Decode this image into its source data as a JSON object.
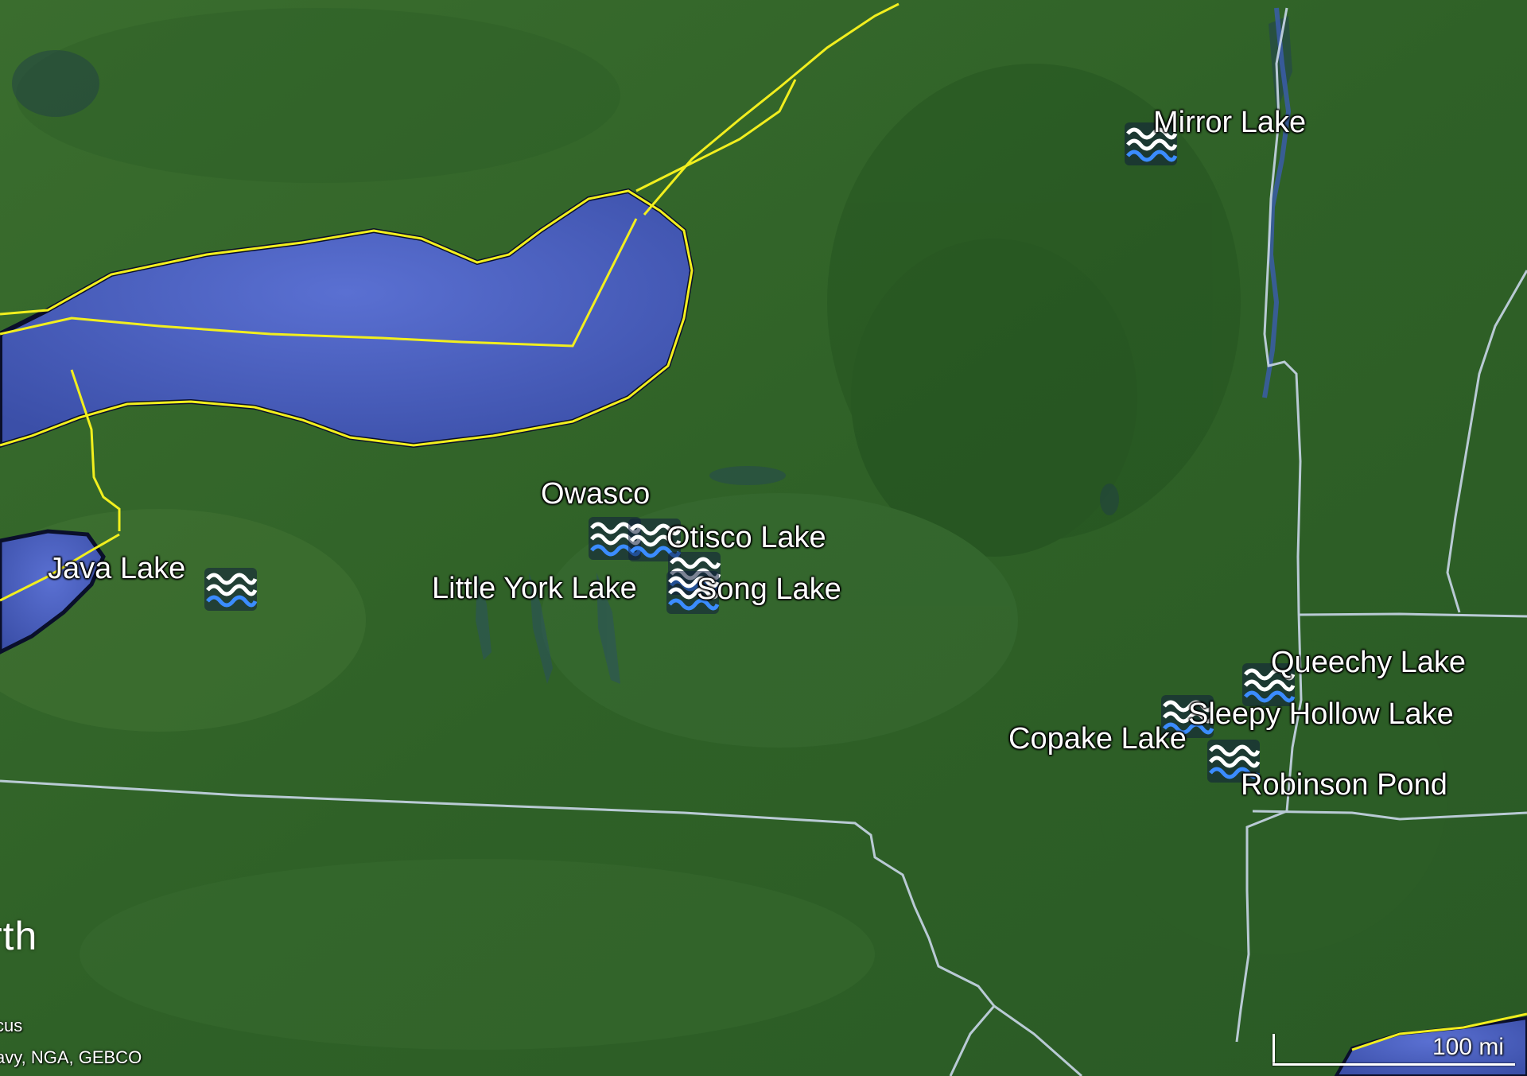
{
  "map": {
    "attribution": {
      "brand": "rth",
      "credit_1": "cus",
      "credit_2": "avy, NGA, GEBCO"
    },
    "scale_bar": {
      "label": "100 mi"
    },
    "placemarks": [
      {
        "name": "Mirror Lake"
      },
      {
        "name": "Owasco"
      },
      {
        "name": "Otisco Lake"
      },
      {
        "name": "Java Lake"
      },
      {
        "name": "Little York Lake"
      },
      {
        "name": "Song Lake"
      },
      {
        "name": "Queechy Lake"
      },
      {
        "name": "Sleepy Hollow Lake"
      },
      {
        "name": "Copake Lake"
      },
      {
        "name": "Robinson Pond"
      }
    ],
    "icon": "water-waves-icon",
    "colors": {
      "land": "#2f6127",
      "water": "#4b5fbf",
      "country_border": "#f2ef1e",
      "state_border": "#c9d6e8"
    }
  }
}
